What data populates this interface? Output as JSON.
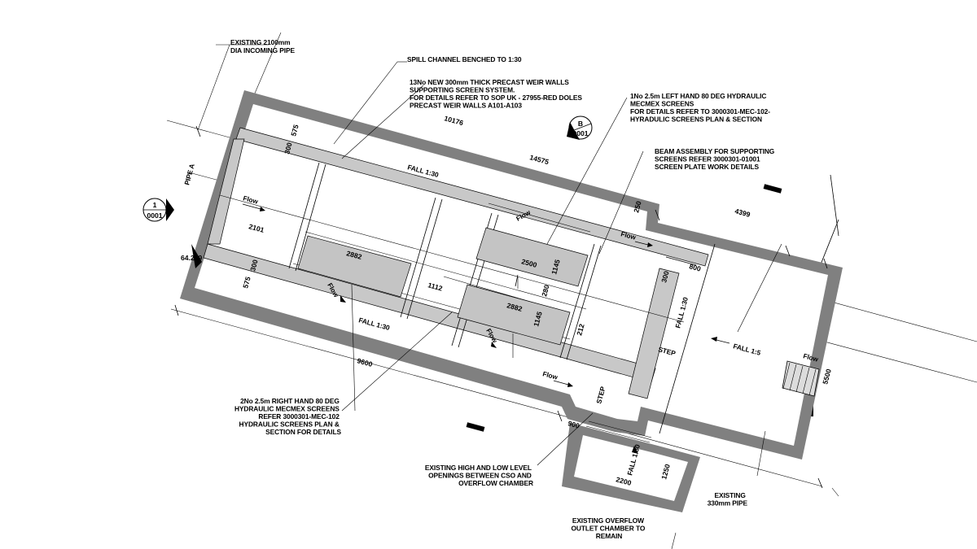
{
  "notes": {
    "existing_pipe_2100": [
      "EXISTING 2100mm",
      "DIA INCOMING PIPE"
    ],
    "spill_channel": [
      "SPILL CHANNEL BENCHED TO 1:30"
    ],
    "weir_walls": [
      "13No NEW 300mm THICK PRECAST WEIR WALLS",
      "SUPPORTING SCREEN SYSTEM.",
      "FOR DETAILS REFER TO SOP UK - 27955-RED DOLES",
      "PRECAST WEIR WALLS A101-A103"
    ],
    "left_hand_screens": [
      "1No 2.5m LEFT HAND 80 DEG HYDRAULIC",
      "MECMEX SCREENS",
      "FOR DETAILS REFER TO 3000301-MEC-102-",
      "HYRADULIC SCREENS PLAN & SECTION"
    ],
    "beam_assembly": [
      "BEAM ASSEMBLY FOR SUPPORTING",
      "SCREENS REFER 3000301-01001",
      "SCREEN PLATE WORK DETAILS"
    ],
    "right_hand_screens": [
      "2No 2.5m RIGHT HAND 80 DEG",
      "HYDRAULIC MECMEX SCREENS",
      "REFER 3000301-MEC-102",
      "HYDRAULIC SCREENS PLAN &",
      "SECTION FOR DETAILS"
    ],
    "openings": [
      "EXISTING HIGH AND LOW LEVEL",
      "OPENINGS BETWEEN CSO AND",
      "OVERFLOW CHAMBER"
    ],
    "overflow_chamber": [
      "EXISTING OVERFLOW",
      "OUTLET CHAMBER TO",
      "REMAIN"
    ],
    "existing_330": [
      "EXISTING",
      "330mm PIPE"
    ]
  },
  "labels": {
    "pipe_a": "PIPE A",
    "section_1_num": "1",
    "section_1_ref": "0001",
    "section_b_num": "B",
    "section_b_ref": "0001",
    "level": "64.229",
    "fall_1_30": "FALL 1:30",
    "fall_1_5": "FALL 1:5",
    "step": "STEP",
    "flow": "Flow"
  },
  "dimensions": {
    "d10176": "10176",
    "d14575": "14575",
    "d4399": "4399",
    "d575": "575",
    "d300": "300",
    "d250": "250",
    "d2101": "2101",
    "d2882": "2882",
    "d2500": "2500",
    "d1145": "1145",
    "d280": "280",
    "d1112": "1112",
    "d212": "212",
    "d800": "800",
    "d9600": "9600",
    "d900": "900",
    "d2200": "2200",
    "d1250": "1250",
    "d5500": "5500"
  }
}
